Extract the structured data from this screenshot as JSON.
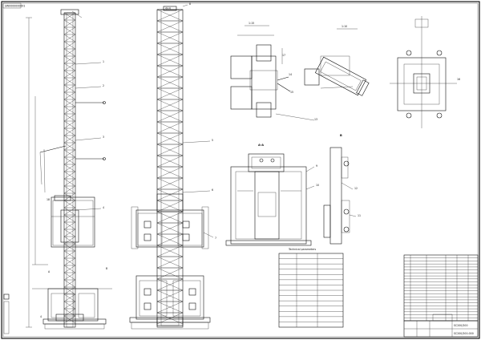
{
  "drawing": {
    "stamp_top_left": "SW0000000001",
    "mast_height_label": "4×4",
    "top_view_label_1": "1:15",
    "top_view_label_2": "1:10",
    "section_a": "A-A",
    "section_b": "B",
    "tag_a": "A",
    "tag_b": "B",
    "table_title": "Technical parameters",
    "title_block_name": "SC200/200",
    "title_block_no": "SC200/200-000"
  },
  "parts_table": {
    "rows": 22,
    "cols": 6
  },
  "spec_table": {
    "rows": 14
  },
  "balloons": [
    "1",
    "2",
    "3",
    "4",
    "5",
    "6",
    "7",
    "8",
    "9",
    "10",
    "11",
    "12",
    "13",
    "14",
    "15",
    "16",
    "17",
    "18"
  ]
}
